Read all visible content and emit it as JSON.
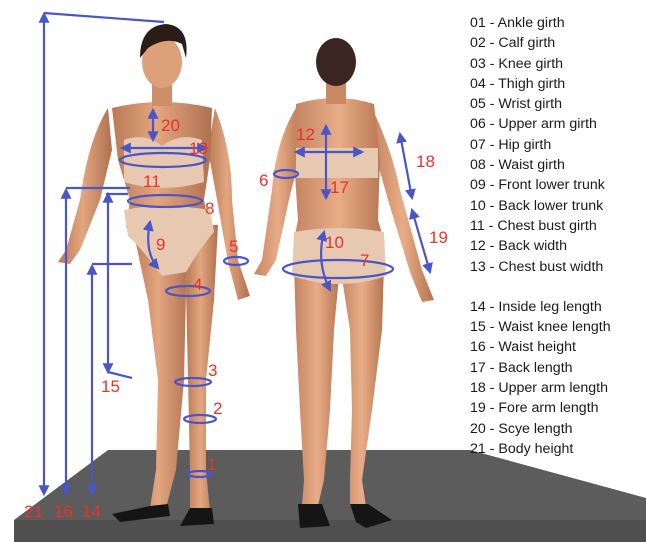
{
  "legend": {
    "items": [
      {
        "num": "01",
        "name": "Ankle girth"
      },
      {
        "num": "02",
        "name": "Calf girth"
      },
      {
        "num": "03",
        "name": "Knee girth"
      },
      {
        "num": "04",
        "name": "Thigh girth"
      },
      {
        "num": "05",
        "name": "Wrist girth"
      },
      {
        "num": "06",
        "name": "Upper arm girth"
      },
      {
        "num": "07",
        "name": "Hip girth"
      },
      {
        "num": "08",
        "name": "Waist girth"
      },
      {
        "num": "09",
        "name": "Front lower trunk"
      },
      {
        "num": "10",
        "name": "Back lower trunk"
      },
      {
        "num": "11",
        "name": "Chest bust girth"
      },
      {
        "num": "12",
        "name": "Back width"
      },
      {
        "num": "13",
        "name": "Chest bust width"
      },
      {
        "num": "14",
        "name": "Inside leg length"
      },
      {
        "num": "15",
        "name": "Waist knee length"
      },
      {
        "num": "16",
        "name": "Waist height"
      },
      {
        "num": "17",
        "name": "Back length"
      },
      {
        "num": "18",
        "name": "Upper arm length"
      },
      {
        "num": "19",
        "name": "Fore arm length"
      },
      {
        "num": "20",
        "name": "Scye length"
      },
      {
        "num": "21",
        "name": "Body height"
      }
    ]
  },
  "figure_labels": {
    "l1": "1",
    "l2": "2",
    "l3": "3",
    "l4": "4",
    "l5": "5",
    "l6": "6",
    "l7": "7",
    "l8": "8",
    "l9": "9",
    "l10": "10",
    "l11": "11",
    "l12": "12",
    "l13": "13",
    "l14": "14",
    "l15": "15",
    "l16": "16",
    "l17": "17",
    "l18": "18",
    "l19": "19",
    "l20": "20",
    "l21": "21"
  },
  "colors": {
    "measure_line": "#4a55c8",
    "label_red": "#e8322a",
    "skin": "#d99a72",
    "underwear": "#e6c9b0",
    "floor": "#5c5c5c",
    "hair": "#2a1c16",
    "shoe": "#151515"
  }
}
